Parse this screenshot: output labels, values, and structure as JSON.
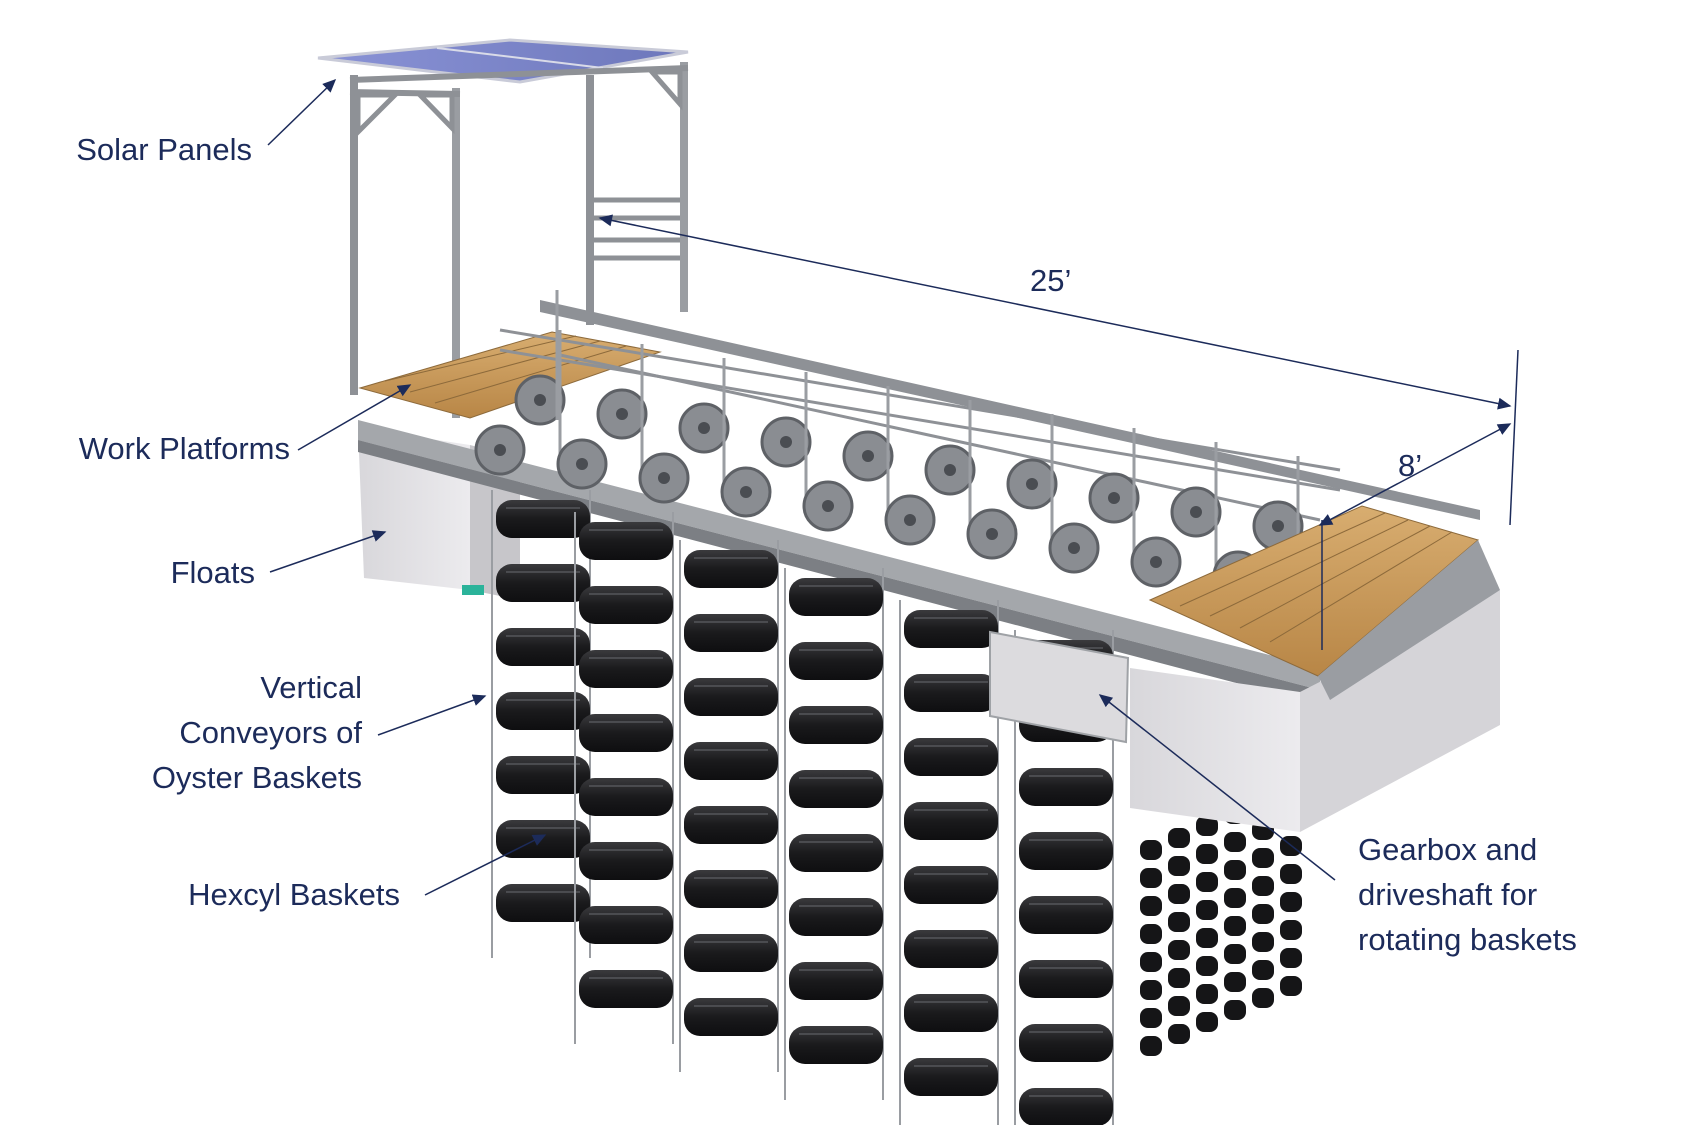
{
  "labels": {
    "solar_panels": "Solar Panels",
    "work_platforms": "Work Platforms",
    "floats": "Floats",
    "vertical_conveyors": [
      "Vertical",
      "Conveyors of",
      "Oyster Baskets"
    ],
    "hexcyl_baskets": "Hexcyl Baskets",
    "gearbox": [
      "Gearbox and",
      "driveshaft for",
      "rotating baskets"
    ]
  },
  "dimensions": {
    "length": "25’",
    "width": "8’"
  },
  "colors": {
    "label_text": "#1c2b5a",
    "arrow": "#1c2b5a",
    "deck_wood": "#c89a5c",
    "frame_steel": "#8e9196",
    "float_body": "#e2e1e4",
    "basket_black": "#1b1b1d",
    "solar_panel": "#7f89c8"
  }
}
